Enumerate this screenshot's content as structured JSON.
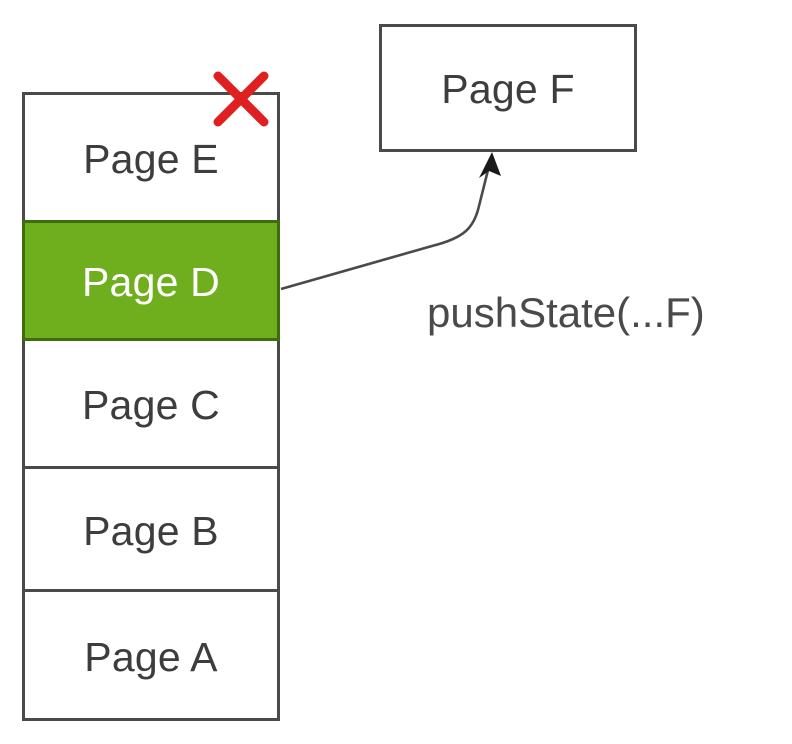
{
  "diagram": {
    "title": "History stack pushState diagram",
    "background_color": "#ffffff",
    "border_color": "#4a4a4a",
    "text_color": "#3d3d3d",
    "highlight_color": "#6faf1e",
    "highlight_text_color": "#ffffff",
    "mark_color": "#e02020"
  },
  "stack": {
    "name": "history-stack",
    "entries": [
      {
        "label": "Page E",
        "state": "removed",
        "marked": true
      },
      {
        "label": "Page D",
        "state": "current",
        "marked": false
      },
      {
        "label": "Page C",
        "state": "normal",
        "marked": false
      },
      {
        "label": "Page B",
        "state": "normal",
        "marked": false
      },
      {
        "label": "Page A",
        "state": "normal",
        "marked": false
      }
    ]
  },
  "new_page": {
    "label": "Page F"
  },
  "annotation": {
    "caption": "pushState(...F)"
  },
  "icons": {
    "cross": "red-x-icon",
    "arrow": "curved-arrow-icon"
  }
}
